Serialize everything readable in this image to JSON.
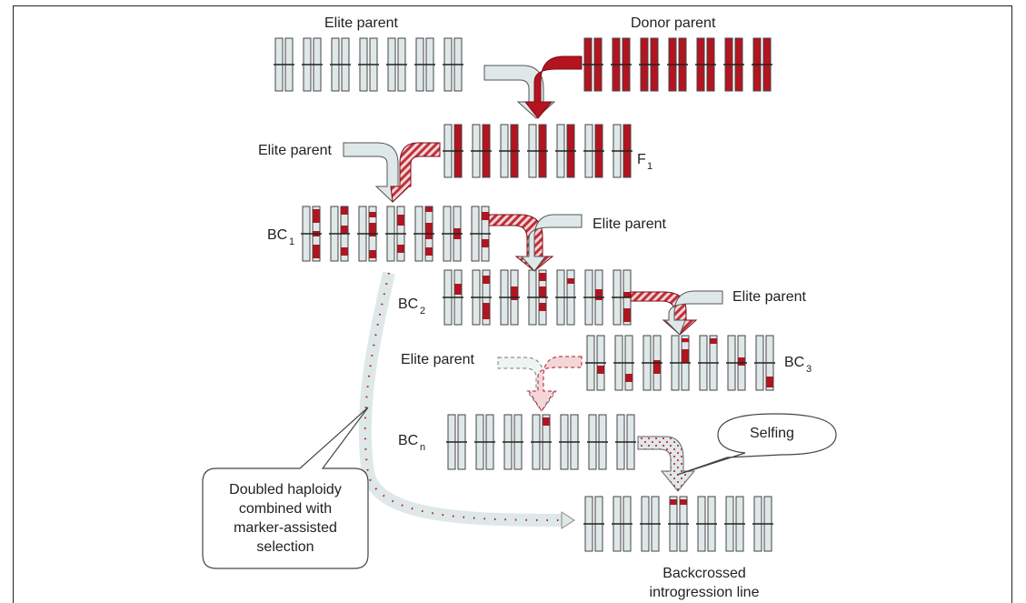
{
  "labels": {
    "elite_parent_top": "Elite parent",
    "donor_parent": "Donor parent",
    "elite_parent_f1": "Elite parent",
    "f1_main": "F",
    "f1_sub": "1",
    "bc1_main": "BC",
    "bc1_sub": "1",
    "elite_parent_bc1": "Elite parent",
    "bc2_main": "BC",
    "bc2_sub": "2",
    "elite_parent_bc2": "Elite parent",
    "elite_parent_bc3": "Elite parent",
    "bc3_main": "BC",
    "bc3_sub": "3",
    "bcn_main": "BC",
    "bcn_sub": "n",
    "selfing": "Selfing",
    "dh_line1": "Doubled haploidy",
    "dh_line2": "combined with",
    "dh_line3": "marker-assisted",
    "dh_line4": "selection",
    "result_line1": "Backcrossed",
    "result_line2": "introgression line"
  },
  "colors": {
    "elite": "#dfe8e8",
    "donor": "#b3141f",
    "outline": "#444444"
  },
  "rows": [
    {
      "name": "elite-parent-row",
      "type": "elite",
      "count": 7
    },
    {
      "name": "donor-parent-row",
      "type": "donor",
      "count": 7
    },
    {
      "name": "f1-row",
      "type": "f1",
      "count": 7
    },
    {
      "name": "bc1-row",
      "type": "bc",
      "count": 7
    },
    {
      "name": "bc2-row",
      "type": "bc",
      "count": 7
    },
    {
      "name": "bc3-row",
      "type": "bc",
      "count": 7
    },
    {
      "name": "bcn-row",
      "type": "bc",
      "count": 7
    },
    {
      "name": "introgression-line-row",
      "type": "bc",
      "count": 7
    }
  ]
}
